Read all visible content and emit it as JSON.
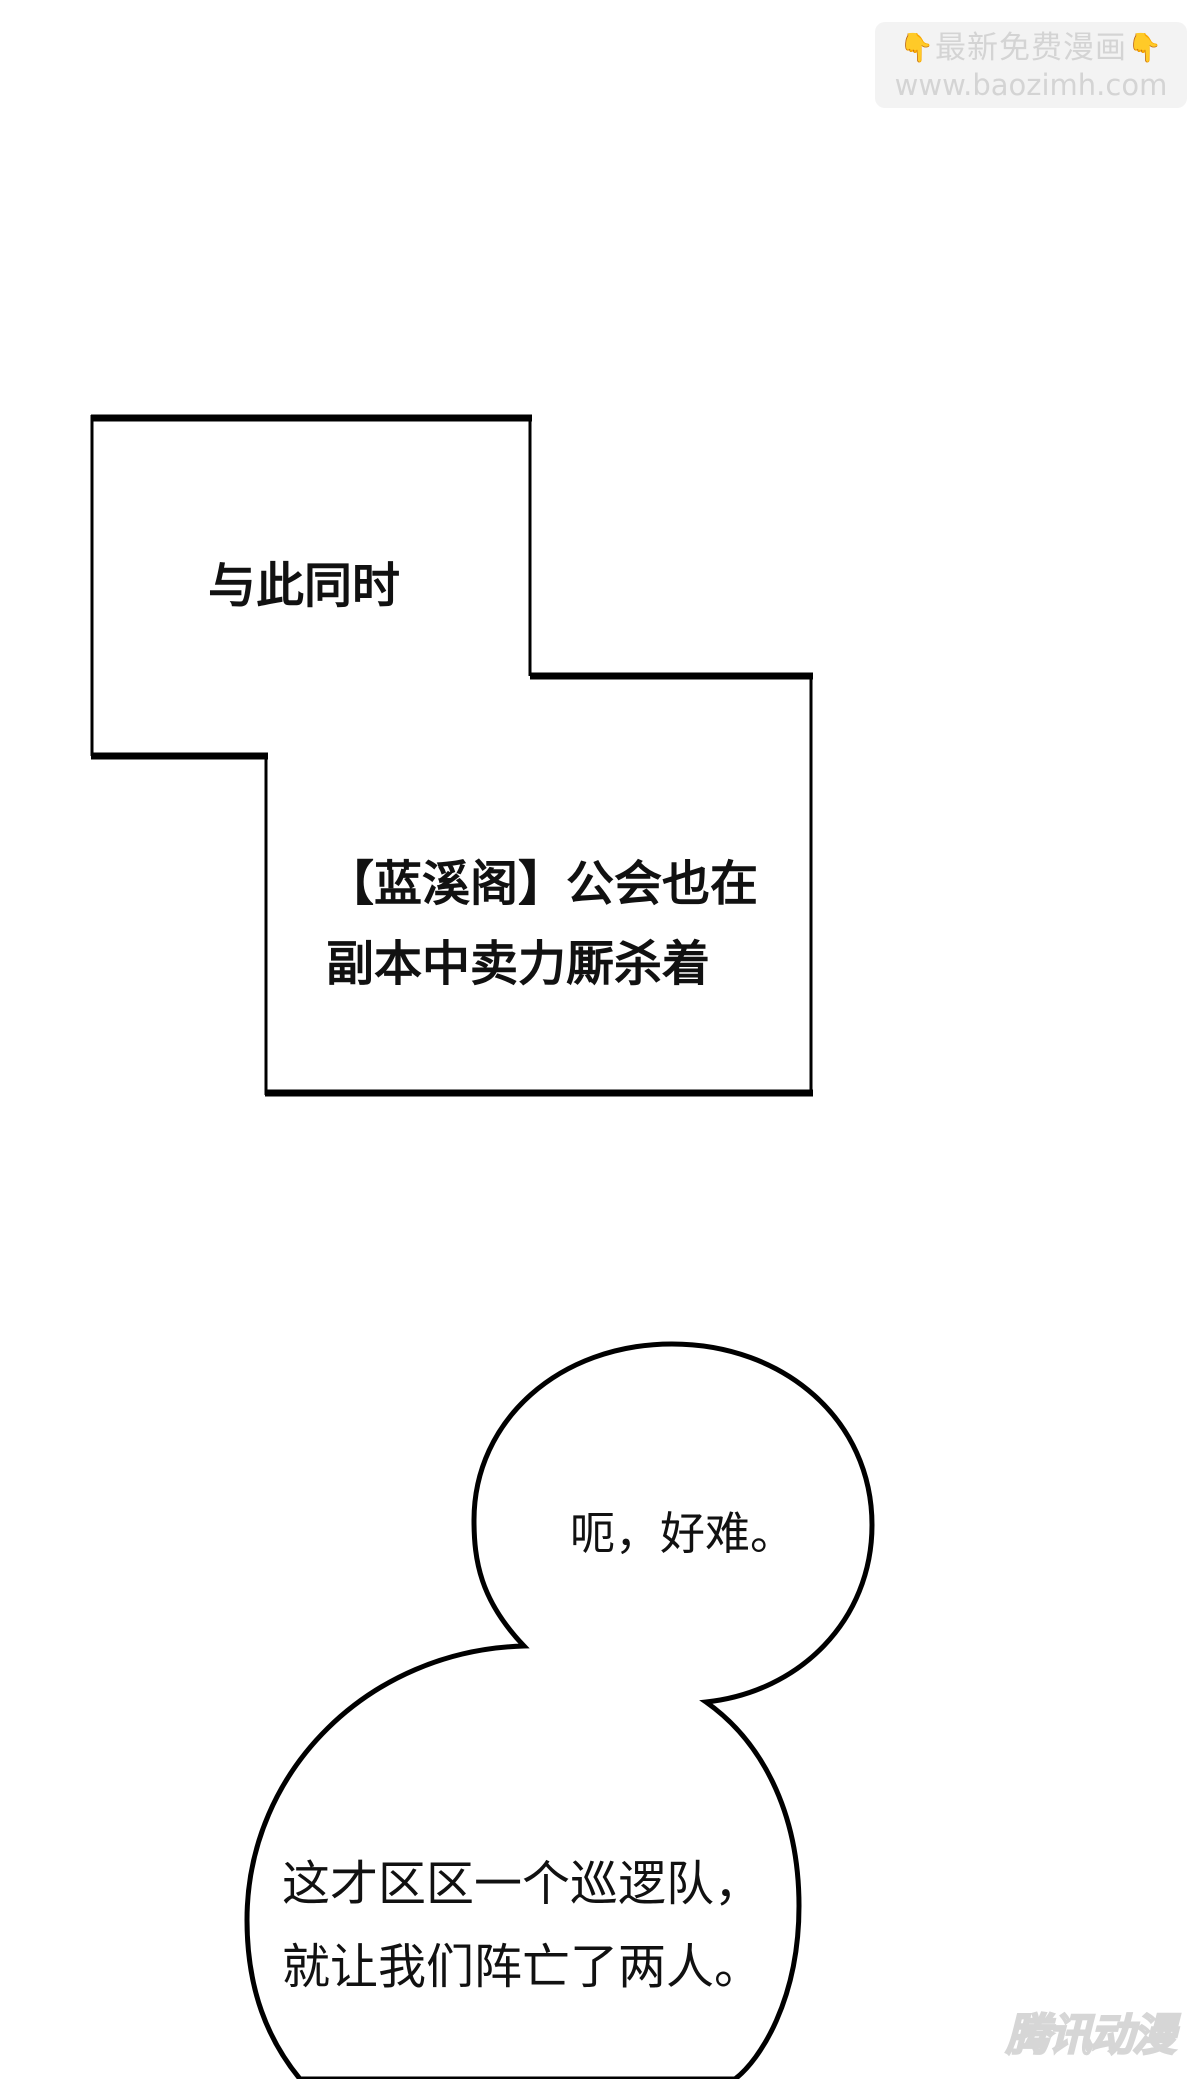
{
  "watermark": {
    "line1": "最新免费漫画",
    "line2": "www.baozimh.com",
    "hand_icon": "👇"
  },
  "captions": {
    "first": "与此同时",
    "second_lines": [
      "【蓝溪阁】公会也在",
      "副本中卖力厮杀着"
    ]
  },
  "bubbles": {
    "top": {
      "text": "呃，好难。"
    },
    "bottom": {
      "lines": [
        "这才区区一个巡逻队，",
        "就让我们阵亡了两人。"
      ]
    }
  },
  "logo": {
    "text": "腾讯动漫"
  },
  "colors": {
    "background": "#ffffff",
    "ink": "#111111",
    "watermark_bg": "#f3f3f3",
    "watermark_text": "#d4d4d4",
    "hand": "#f6c343"
  }
}
